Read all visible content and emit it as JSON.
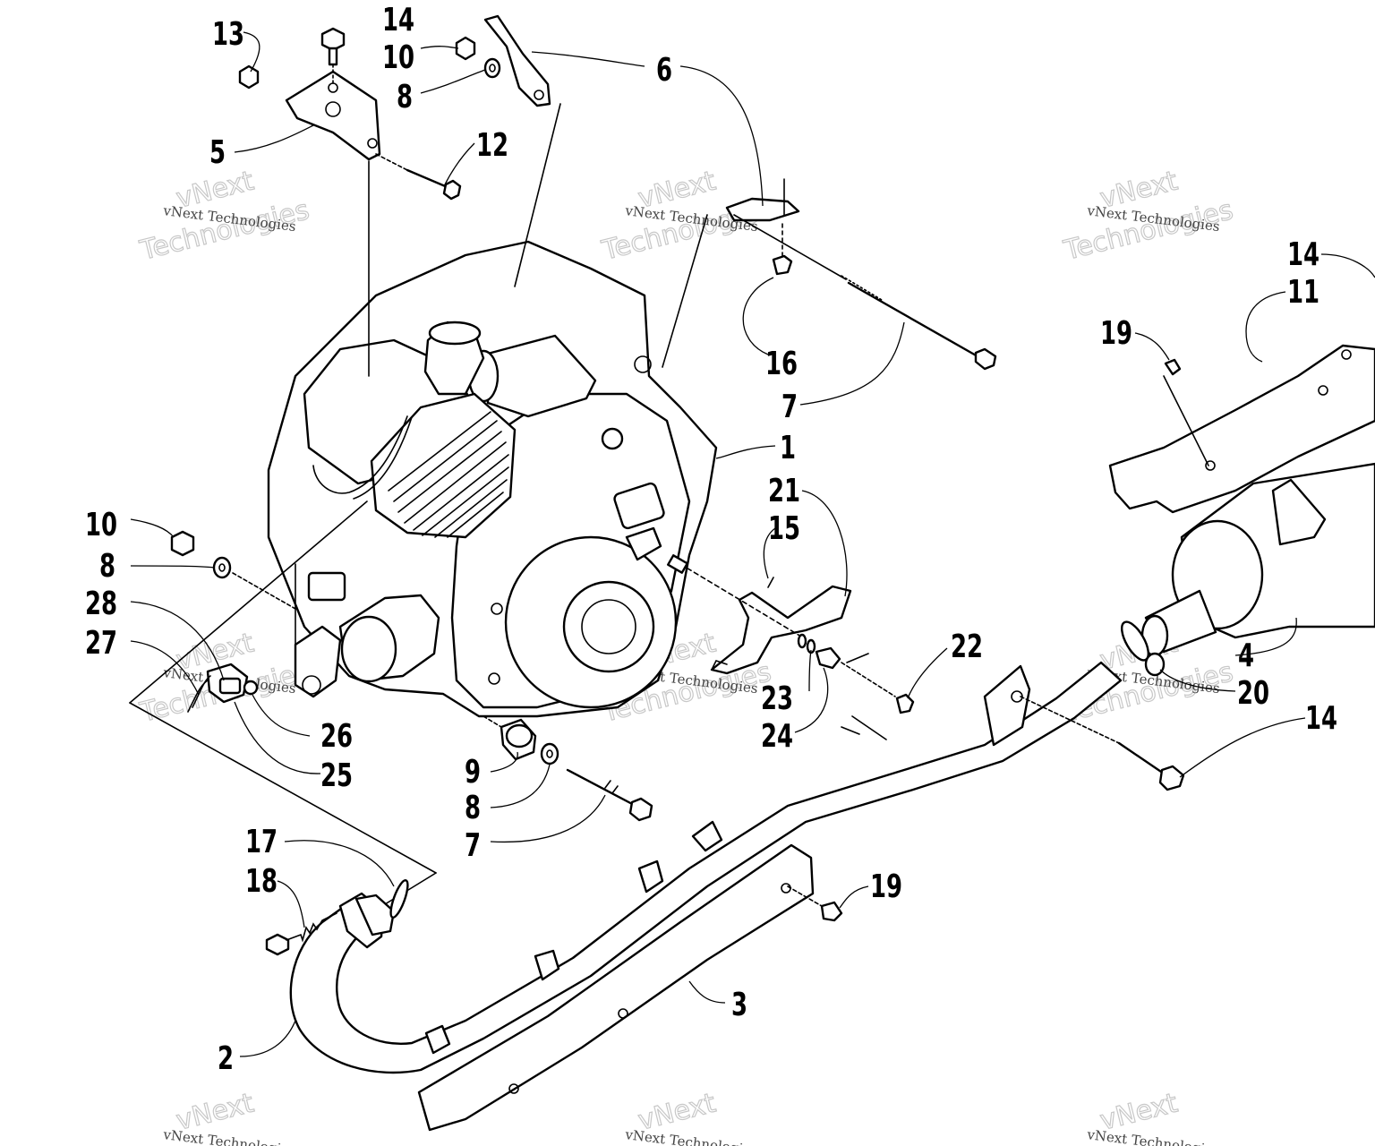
{
  "callouts": [
    "1",
    "2",
    "3",
    "4",
    "5",
    "6",
    "7",
    "7",
    "8",
    "8",
    "8",
    "9",
    "10",
    "10",
    "11",
    "12",
    "13",
    "14",
    "14",
    "14",
    "15",
    "16",
    "17",
    "18",
    "19",
    "19",
    "20",
    "21",
    "22",
    "23",
    "24",
    "25",
    "26",
    "27",
    "28"
  ],
  "watermark": {
    "brand": "vNext",
    "word": "Technologies",
    "full": "vNext Technologies"
  }
}
